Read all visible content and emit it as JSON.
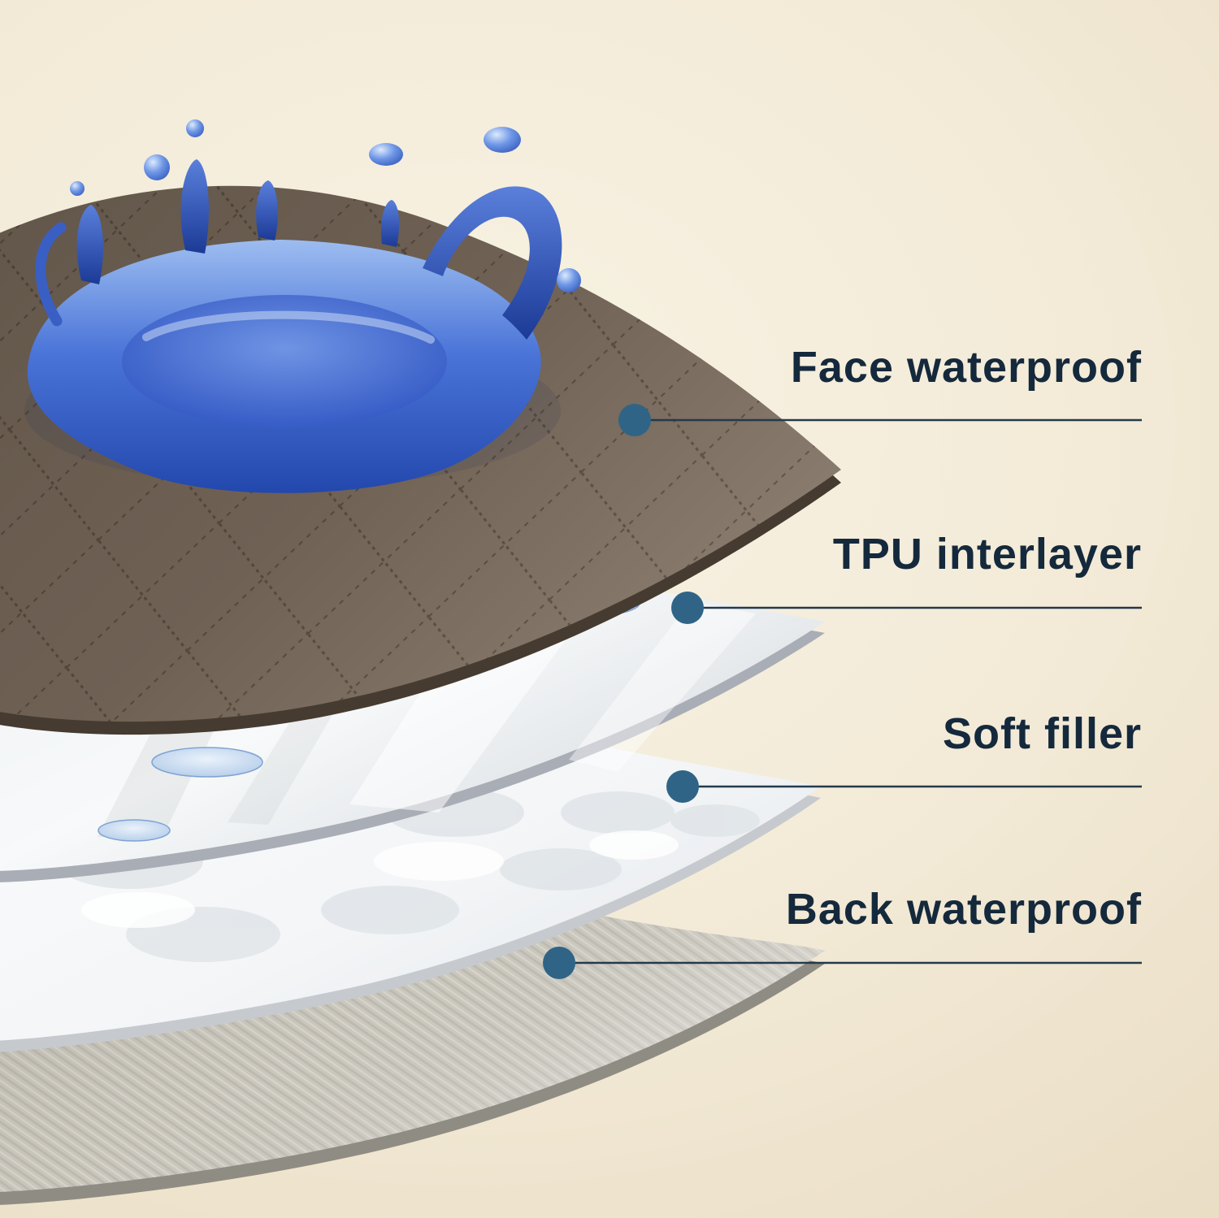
{
  "annotation_style": {
    "dot_color": "#2f6486",
    "line_color": "#24394b",
    "text_color": "#15293c"
  },
  "annotations": [
    {
      "id": "face-waterproof",
      "label": "Face waterproof"
    },
    {
      "id": "tpu-interlayer",
      "label": "TPU interlayer"
    },
    {
      "id": "soft-filler",
      "label": "Soft filler"
    },
    {
      "id": "back-waterproof",
      "label": "Back waterproof"
    }
  ],
  "layers": [
    {
      "name": "face-waterproof-fabric",
      "color": "#6f6154"
    },
    {
      "name": "tpu-interlayer-film",
      "color": "#e9ecef"
    },
    {
      "name": "soft-filler-padding",
      "color": "#f9fafb"
    },
    {
      "name": "back-waterproof-fabric",
      "color": "#c7c4bb"
    }
  ],
  "splash": {
    "color": "#3a60c8"
  },
  "background": {
    "color_center": "#f8f2e3",
    "color_edge": "#e7d9bf"
  }
}
